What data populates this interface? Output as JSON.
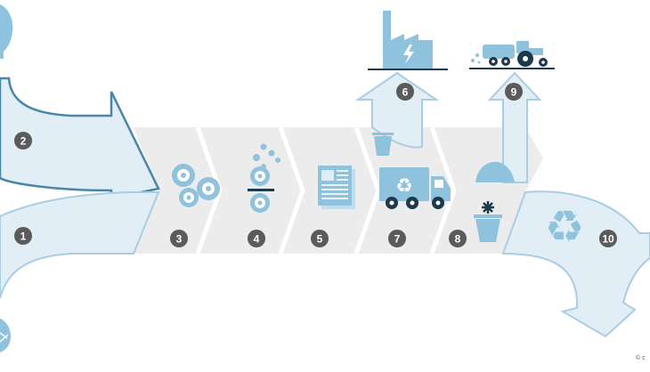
{
  "colors": {
    "arrow_fill": "#e2eef6",
    "arrow_stroke_dark": "#4a86a8",
    "arrow_stroke_light": "#a9cde2",
    "band": "#ececec",
    "icon_blue": "#8fc2dd",
    "icon_dark": "#1c3a4d",
    "badge": "#5b5b5b"
  },
  "steps": [
    {
      "number": "1",
      "icon": "wood-log-icon"
    },
    {
      "number": "2",
      "icon": "tree-icon"
    },
    {
      "number": "3",
      "icon": "pulp-rollers-icon"
    },
    {
      "number": "4",
      "icon": "paper-machine-icon"
    },
    {
      "number": "5",
      "icon": "paper-sheets-icon"
    },
    {
      "number": "6",
      "icon": "power-plant-icon"
    },
    {
      "number": "7",
      "icon": "recycling-truck-icon"
    },
    {
      "number": "8",
      "icon": "shredder-bin-icon"
    },
    {
      "number": "9",
      "icon": "tractor-fertilizer-icon"
    },
    {
      "number": "10",
      "icon": "recycle-symbol-icon"
    }
  ],
  "credit": "© c"
}
